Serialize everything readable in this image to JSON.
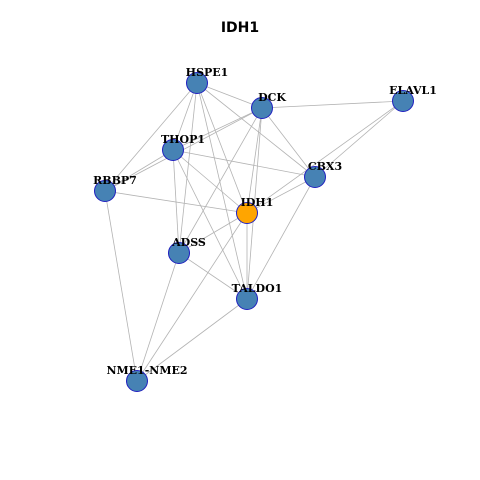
{
  "title": "IDH1",
  "colors": {
    "query_node": "#FFA500",
    "neighbor_node": "#4682B4",
    "node_border": "#1F1FBF",
    "edge": "#B3B3B3"
  },
  "nodes": [
    {
      "id": "HSPE1",
      "label": "HSPE1",
      "is_query": false
    },
    {
      "id": "DCK",
      "label": "DCK",
      "is_query": false
    },
    {
      "id": "ELAVL1",
      "label": "ELAVL1",
      "is_query": false
    },
    {
      "id": "THOP1",
      "label": "THOP1",
      "is_query": false
    },
    {
      "id": "CBX3",
      "label": "CBX3",
      "is_query": false
    },
    {
      "id": "RBBP7",
      "label": "RBBP7",
      "is_query": false
    },
    {
      "id": "IDH1",
      "label": "IDH1",
      "is_query": true
    },
    {
      "id": "ADSS",
      "label": "ADSS",
      "is_query": false
    },
    {
      "id": "TALDO1",
      "label": "TALDO1",
      "is_query": false
    },
    {
      "id": "NME1-NME2",
      "label": "NME1-NME2",
      "is_query": false
    }
  ],
  "edges": [
    [
      "HSPE1",
      "DCK"
    ],
    [
      "HSPE1",
      "THOP1"
    ],
    [
      "HSPE1",
      "CBX3"
    ],
    [
      "HSPE1",
      "RBBP7"
    ],
    [
      "HSPE1",
      "IDH1"
    ],
    [
      "HSPE1",
      "ADSS"
    ],
    [
      "HSPE1",
      "TALDO1"
    ],
    [
      "DCK",
      "ELAVL1"
    ],
    [
      "DCK",
      "THOP1"
    ],
    [
      "DCK",
      "CBX3"
    ],
    [
      "DCK",
      "RBBP7"
    ],
    [
      "DCK",
      "IDH1"
    ],
    [
      "DCK",
      "ADSS"
    ],
    [
      "DCK",
      "TALDO1"
    ],
    [
      "ELAVL1",
      "CBX3"
    ],
    [
      "ELAVL1",
      "IDH1"
    ],
    [
      "THOP1",
      "CBX3"
    ],
    [
      "THOP1",
      "RBBP7"
    ],
    [
      "THOP1",
      "IDH1"
    ],
    [
      "THOP1",
      "ADSS"
    ],
    [
      "THOP1",
      "TALDO1"
    ],
    [
      "CBX3",
      "IDH1"
    ],
    [
      "CBX3",
      "TALDO1"
    ],
    [
      "RBBP7",
      "IDH1"
    ],
    [
      "RBBP7",
      "NME1-NME2"
    ],
    [
      "IDH1",
      "ADSS"
    ],
    [
      "IDH1",
      "TALDO1"
    ],
    [
      "IDH1",
      "NME1-NME2"
    ],
    [
      "ADSS",
      "TALDO1"
    ],
    [
      "ADSS",
      "NME1-NME2"
    ],
    [
      "TALDO1",
      "NME1-NME2"
    ]
  ]
}
